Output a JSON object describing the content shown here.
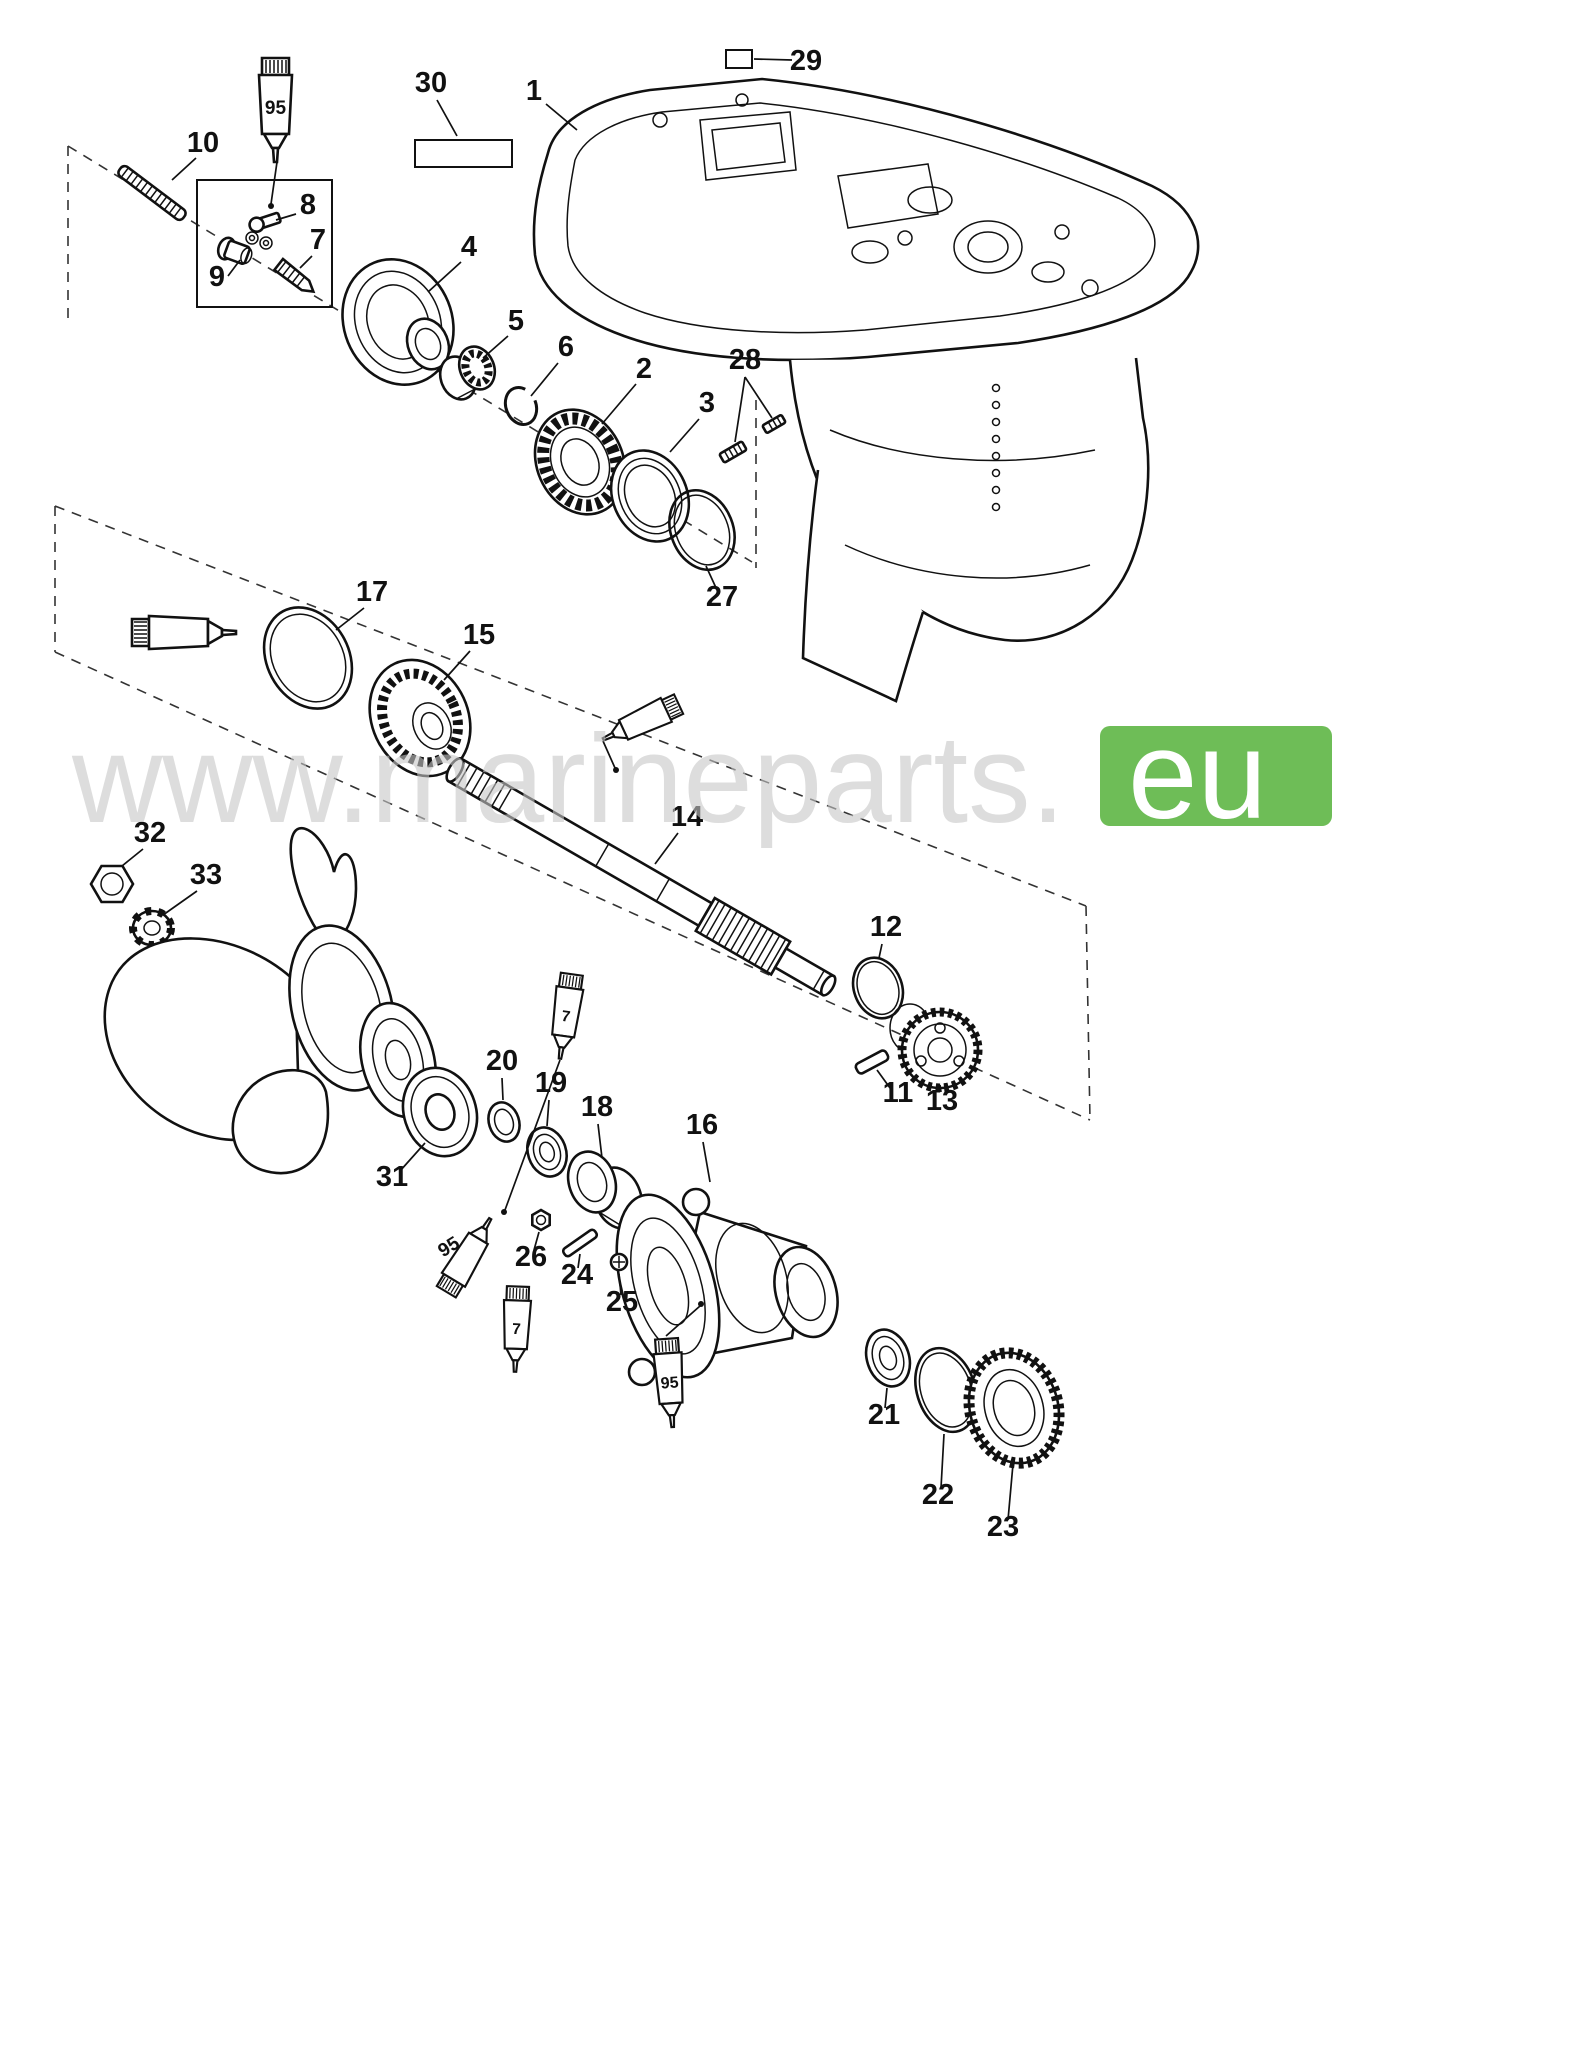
{
  "watermark": {
    "main": "www.marineparts.",
    "tld": "eu"
  },
  "colors": {
    "watermark_gray": "#c6c6c6",
    "watermark_green": "#55b23a",
    "line": "#111111"
  },
  "callouts": {
    "n1": "1",
    "n2": "2",
    "n3": "3",
    "n4": "4",
    "n5": "5",
    "n6": "6",
    "n7": "7",
    "n8": "8",
    "n9": "9",
    "n10": "10",
    "n11": "11",
    "n12": "12",
    "n13": "13",
    "n14": "14",
    "n15": "15",
    "n16": "16",
    "n17": "17",
    "n18": "18",
    "n19": "19",
    "n20": "20",
    "n21": "21",
    "n22": "22",
    "n23": "23",
    "n24": "24",
    "n25": "25",
    "n26": "26",
    "n27": "27",
    "n28": "28",
    "n29": "29",
    "n30": "30",
    "n31": "31",
    "n32": "32",
    "n33": "33"
  },
  "tube_labels": {
    "top_95": "95",
    "left_95": "95",
    "mid_95": "95",
    "upper_7": "7",
    "lower_7": "7"
  }
}
